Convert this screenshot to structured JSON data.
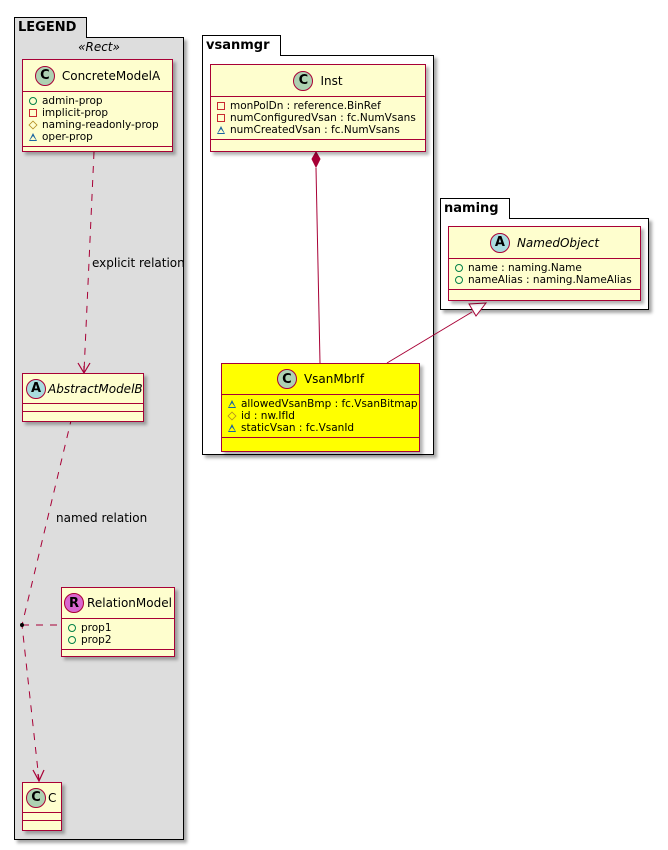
{
  "packages": {
    "legend": {
      "name": "LEGEND",
      "stereotype": "«Rect»",
      "background": "#dddddd"
    },
    "vsanmgr": {
      "name": "vsanmgr",
      "background": "#ffffff"
    },
    "naming": {
      "name": "naming",
      "background": "#ffffff"
    }
  },
  "classes": {
    "concrete_model_a": {
      "name": "ConcreteModelA",
      "kind": "C",
      "abstract": false,
      "attributes": [
        {
          "visibility": "public",
          "text": "admin-prop"
        },
        {
          "visibility": "private",
          "text": "implicit-prop"
        },
        {
          "visibility": "protected",
          "text": "naming-readonly-prop"
        },
        {
          "visibility": "package",
          "text": "oper-prop"
        }
      ]
    },
    "abstract_model_b": {
      "name": "AbstractModelB",
      "kind": "A",
      "abstract": true,
      "attributes": []
    },
    "relation_model": {
      "name": "RelationModel",
      "kind": "R",
      "abstract": false,
      "attributes": [
        {
          "visibility": "public",
          "text": "prop1"
        },
        {
          "visibility": "public",
          "text": "prop2"
        }
      ]
    },
    "c": {
      "name": "C",
      "kind": "C",
      "abstract": false,
      "attributes": []
    },
    "inst": {
      "name": "Inst",
      "kind": "C",
      "abstract": false,
      "attributes": [
        {
          "visibility": "private",
          "text": "monPolDn : reference.BinRef"
        },
        {
          "visibility": "private",
          "text": "numConfiguredVsan : fc.NumVsans"
        },
        {
          "visibility": "package",
          "text": "numCreatedVsan : fc.NumVsans"
        }
      ]
    },
    "vsan_mbr_if": {
      "name": "VsanMbrIf",
      "kind": "C",
      "abstract": false,
      "highlight": "#ffff00",
      "attributes": [
        {
          "visibility": "package",
          "text": "allowedVsanBmp : fc.VsanBitmap"
        },
        {
          "visibility": "protected",
          "text": "id : nw.IfId"
        },
        {
          "visibility": "package",
          "text": "staticVsan : fc.VsanId"
        }
      ]
    },
    "named_object": {
      "name": "NamedObject",
      "kind": "A",
      "abstract": true,
      "attributes": [
        {
          "visibility": "public",
          "text": "name : naming.Name"
        },
        {
          "visibility": "public",
          "text": "nameAlias : naming.NameAlias"
        }
      ]
    }
  },
  "relations": {
    "explicit": {
      "label": "explicit relation",
      "from": "ConcreteModelA",
      "to": "AbstractModelB",
      "type": "dependency"
    },
    "named": {
      "label": "named relation",
      "from": "AbstractModelB",
      "to": "C",
      "type": "dependency",
      "association_class": "RelationModel"
    },
    "composition": {
      "label": "",
      "from": "Inst",
      "to": "VsanMbrIf",
      "type": "composition"
    },
    "generalization": {
      "label": "",
      "from": "VsanMbrIf",
      "to": "NamedObject",
      "type": "inheritance"
    }
  },
  "colors": {
    "line": "#a80036",
    "class_bg": "#fefece",
    "highlight_bg": "#ffff00",
    "legend_bg": "#dddddd"
  }
}
